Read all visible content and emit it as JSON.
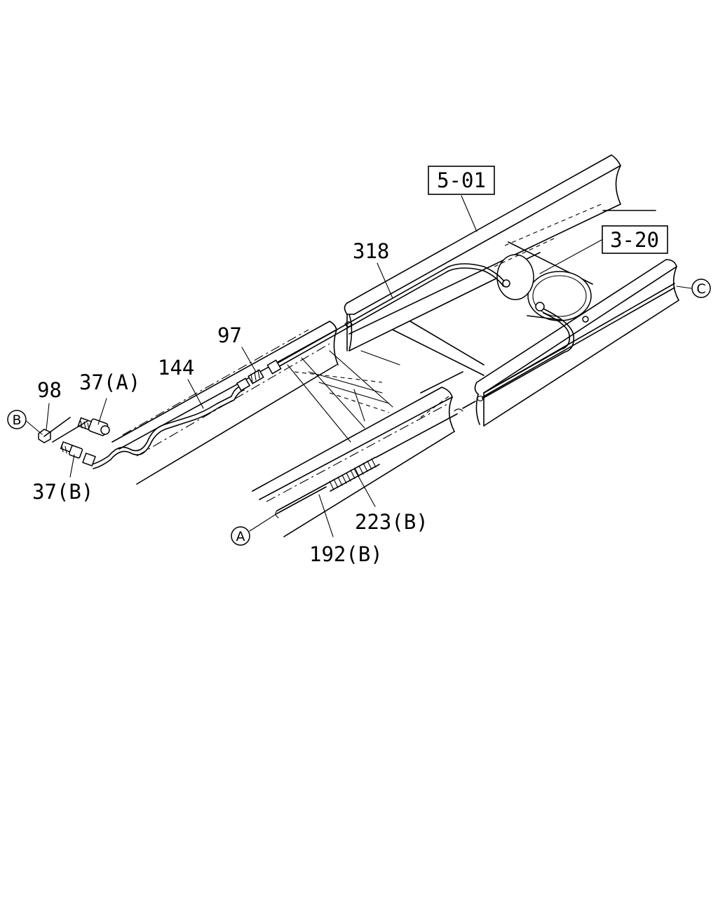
{
  "labels": {
    "ref_501": "5-01",
    "ref_320": "3-20",
    "p318": "318",
    "p97": "97",
    "p144": "144",
    "p37a": "37(A)",
    "p98": "98",
    "p37b": "37(B)",
    "p223b": "223(B)",
    "p192b": "192(B)"
  },
  "markers": {
    "a": "A",
    "b": "B",
    "c": "C"
  }
}
